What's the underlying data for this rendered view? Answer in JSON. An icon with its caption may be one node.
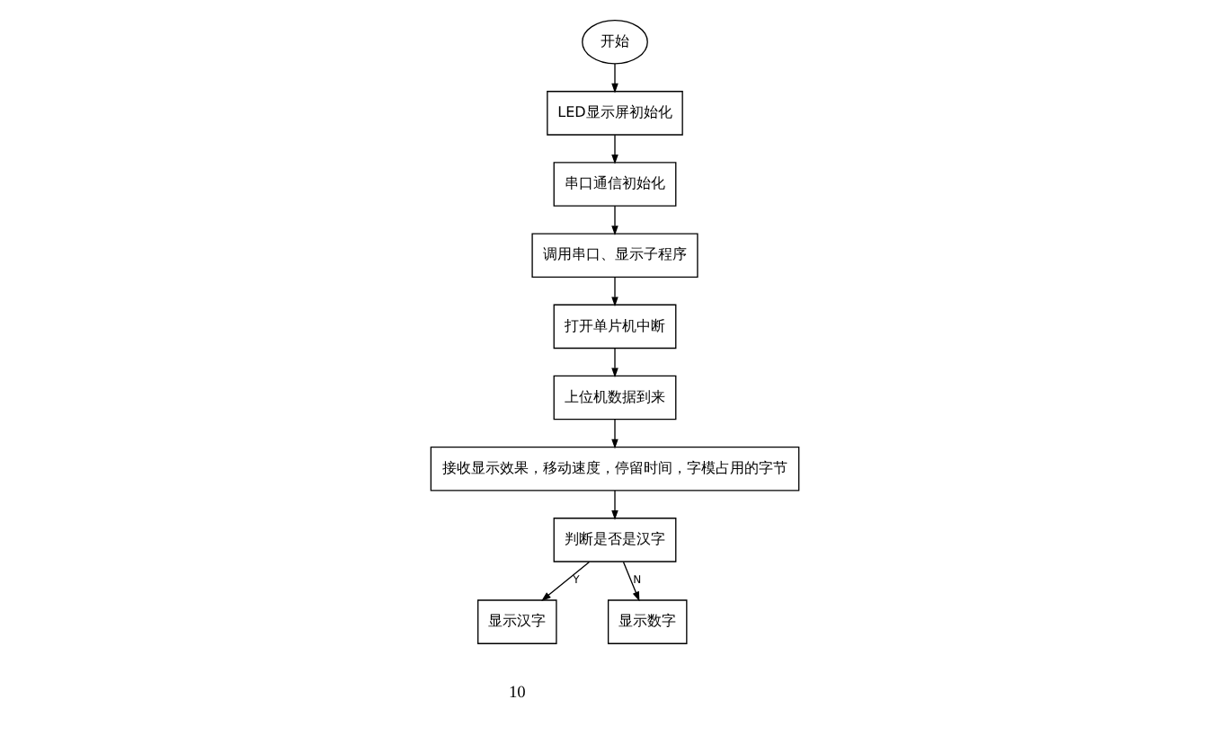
{
  "diagram": {
    "nodes": [
      {
        "text": [
          "开始"
        ]
      },
      {
        "text": [
          "LED显示屏初始化"
        ]
      },
      {
        "text": [
          "串口通信初始化"
        ]
      },
      {
        "text": [
          "调用串口、显示子程序"
        ]
      },
      {
        "text": [
          "打开单片机中断"
        ]
      },
      {
        "text": [
          "上位机数据到来"
        ]
      },
      {
        "text": [
          "接收显示效果，移动速度，停留时间，字模占用的字节"
        ]
      },
      {
        "text": [
          "判断是否是汉字"
        ]
      },
      {
        "text": [
          "显示汉字"
        ]
      },
      {
        "text": [
          "显示数字"
        ]
      }
    ],
    "edges": [
      {
        "from": 0,
        "to": 1,
        "arrow": "to"
      },
      {
        "from": 1,
        "to": 2,
        "arrow": "to"
      },
      {
        "from": 2,
        "to": 3,
        "arrow": "to"
      },
      {
        "from": 3,
        "to": 4,
        "arrow": "to"
      },
      {
        "from": 4,
        "to": 5,
        "arrow": "to"
      },
      {
        "from": 5,
        "to": 6,
        "arrow": "to"
      },
      {
        "from": 6,
        "to": 7,
        "arrow": "to"
      },
      {
        "from": 7,
        "to": 8,
        "arrow": "to",
        "label": "Y"
      },
      {
        "from": 7,
        "to": 9,
        "arrow": "to",
        "label": "N"
      }
    ],
    "labels": [
      "10"
    ]
  }
}
